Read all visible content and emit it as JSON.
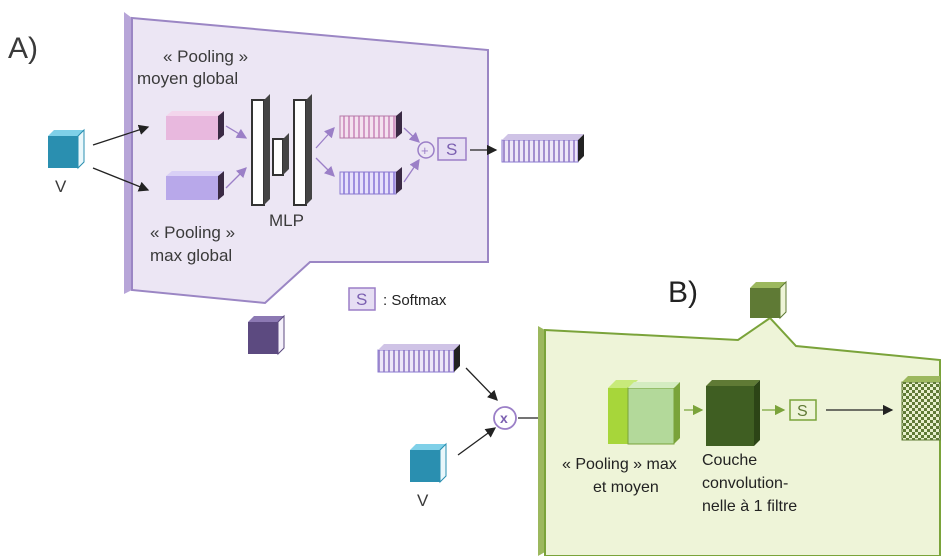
{
  "panel_a": {
    "label": "A)",
    "avg_pool_label_line1": "« Pooling »",
    "avg_pool_label_line2": "moyen global",
    "max_pool_label_line1": "« Pooling »",
    "max_pool_label_line2": "max global",
    "mlp_label": "MLP",
    "input_symbol": "V",
    "plus_symbol": "+",
    "softmax_symbol": "S",
    "colors": {
      "panel_fill": "#ece6f4",
      "panel_stroke": "#9b86c4",
      "avg_block": "#e8b8de",
      "max_block": "#b8a8ea",
      "input_cube": "#2a8fb0",
      "output_cube": "#5c4a80"
    }
  },
  "legend": {
    "softmax_symbol": "S",
    "softmax_text": ": Softmax"
  },
  "panel_b": {
    "label": "B)",
    "pool_label_line1": "« Pooling » max",
    "pool_label_line2": "et moyen",
    "conv_label_line1": "Couche",
    "conv_label_line2": "convolution-",
    "conv_label_line3": "nelle à 1 filtre",
    "softmax_symbol": "S",
    "colors": {
      "panel_fill": "#eef4d8",
      "panel_stroke": "#7aa33a",
      "conv_block": "#3f5e22",
      "cube": "#5f7a35"
    }
  },
  "middle": {
    "multiply_symbol": "x",
    "input_symbol": "V"
  }
}
